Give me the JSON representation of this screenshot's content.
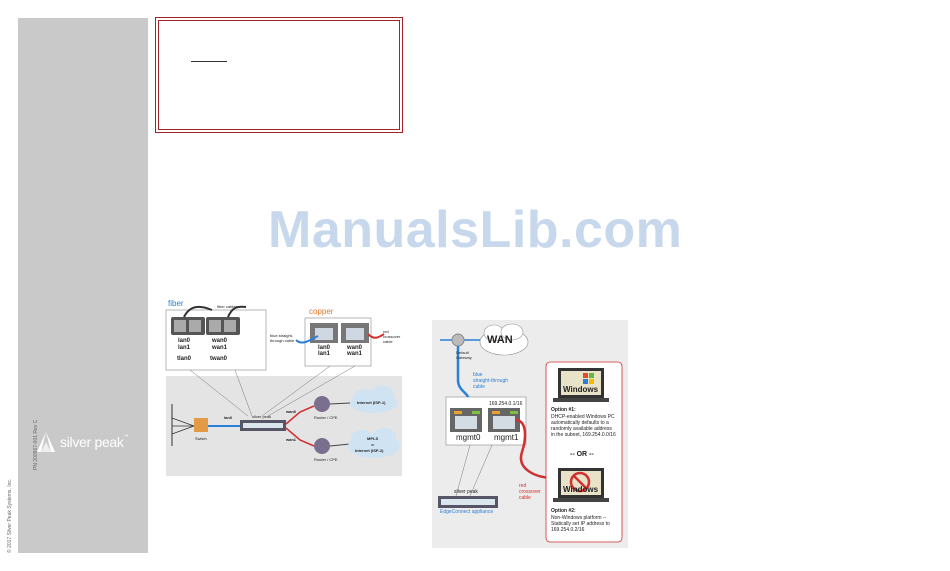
{
  "sidebar": {
    "logo": "silver peak",
    "copyright": "© 2017 Silver Peak Systems, Inc.",
    "part_number": "PN 200967-001 Rev C"
  },
  "watermark": "ManualsLib.com",
  "left_diagram": {
    "fiber_title": "fiber",
    "fiber_cables": "fiber cables",
    "fiber_port_labels": [
      "lan0",
      "lan1",
      "tlan0",
      "wan0",
      "wan1",
      "twan0"
    ],
    "copper_title": "copper",
    "blue_cable": "blue straight-through cable",
    "red_cable": "red crossover cable",
    "copper_port_labels": [
      "lan0",
      "lan1",
      "wan0",
      "wan1"
    ],
    "lan0": "lan0",
    "wan0": "wan0",
    "wan1": "wan1",
    "switch": "Switch",
    "appliance_logo": "silver peak",
    "router_top": "Router / CPE",
    "router_bottom": "Router / CPE",
    "cloud_top": "Internet (ISP-1)",
    "cloud_bottom_1": "MPLS",
    "cloud_bottom_2": "or",
    "cloud_bottom_3": "Internet (ISP-2)"
  },
  "right_diagram": {
    "wan": "WAN",
    "default_gateway_1": "Default",
    "default_gateway_2": "Gateway",
    "blue_cable_1": "blue",
    "blue_cable_2": "straight-through",
    "blue_cable_3": "cable",
    "ip_label": "169.254.0.1/16",
    "mgmt0": "mgmt0",
    "mgmt1": "mgmt1",
    "red_cable_1": "red",
    "red_cable_2": "crossover",
    "red_cable_3": "cable",
    "appliance_logo": "silver peak",
    "appliance_name": "EdgeConnect appliance",
    "windows_logo": "Windows",
    "option1_title": "Option #1:",
    "option1_lines": [
      "DHCP-enabled Windows PC",
      "automatically defaults to a",
      "randomly available address",
      "in the subnet, 169.254.0.0/16"
    ],
    "or": "-- OR --",
    "option2_title": "Option #2:",
    "option2_lines": [
      "Non-Windows platform --",
      "Statically set IP address to",
      "169.254.0.2/16"
    ]
  }
}
